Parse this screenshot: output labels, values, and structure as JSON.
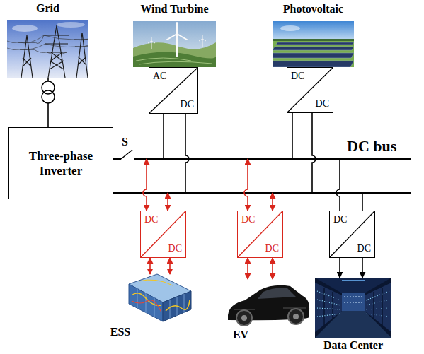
{
  "diagram": {
    "nodes": [
      {
        "text": [
          "Grid"
        ]
      },
      {
        "text": [
          "Wind Turbine"
        ]
      },
      {
        "text": [
          "Photovoltaic"
        ]
      },
      {
        "text": [
          "Three-phase Inverter"
        ]
      },
      {
        "text": [
          "AC",
          "DC"
        ]
      },
      {
        "text": [
          "DC",
          "DC"
        ]
      },
      {
        "text": [
          "DC",
          "DC"
        ]
      },
      {
        "text": [
          "DC",
          "DC"
        ]
      },
      {
        "text": [
          "DC",
          "DC"
        ]
      },
      {
        "text": [
          "ESS"
        ]
      },
      {
        "text": [
          "EV"
        ]
      },
      {
        "text": [
          "Data Center"
        ]
      }
    ],
    "edges": [
      {
        "from": 0,
        "to": 3,
        "arrow": "none"
      },
      {
        "from": 6,
        "to": 9,
        "arrow": "both"
      },
      {
        "from": 6,
        "to": 9,
        "arrow": "both"
      },
      {
        "from": 7,
        "to": 10,
        "arrow": "both"
      },
      {
        "from": 7,
        "to": 10,
        "arrow": "both"
      },
      {
        "from": 8,
        "to": 11,
        "arrow": "to"
      },
      {
        "from": 8,
        "to": 11,
        "arrow": "to"
      }
    ],
    "labels": [
      "S",
      "DC bus"
    ]
  }
}
